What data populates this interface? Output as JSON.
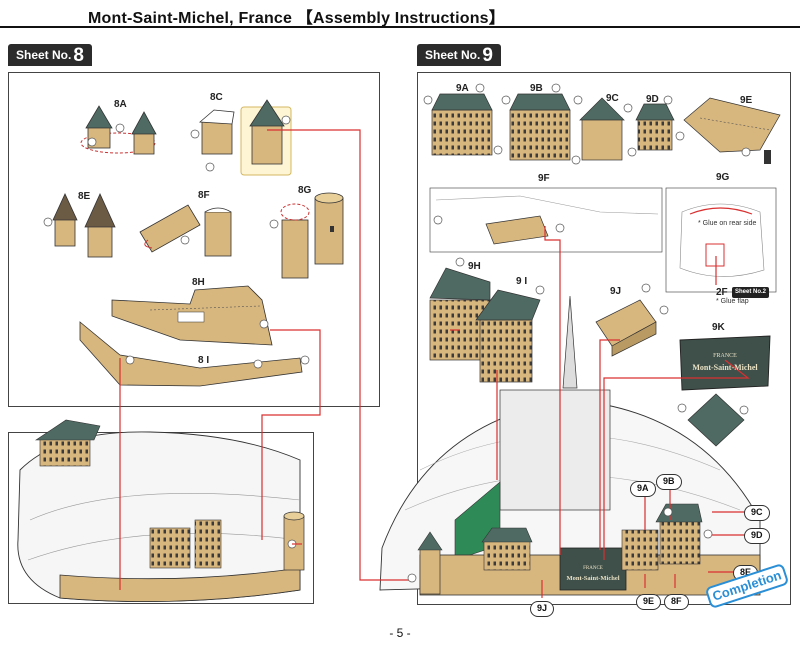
{
  "header": {
    "title": "Mont-Saint-Michel, France 【Assembly Instructions】"
  },
  "sheets": {
    "left_prefix": "Sheet No.",
    "left_number": "8",
    "right_prefix": "Sheet No.",
    "right_number": "9"
  },
  "sheet8_parts": [
    "8A",
    "8C",
    "8E",
    "8F",
    "8G",
    "8H",
    "8 I"
  ],
  "sheet9_parts": [
    "9A",
    "9B",
    "9C",
    "9D",
    "9E",
    "9F",
    "9G",
    "9H",
    "9 I",
    "9J",
    "9K"
  ],
  "notes": {
    "glue_rear": "* Glue on rear side",
    "glue_flap": "* Glue flap",
    "ref_part": "2F",
    "ref_sheet": "Sheet No.2"
  },
  "sign": {
    "country": "FRANCE",
    "name": "Mont-Saint-Michel"
  },
  "callouts": [
    "9A",
    "9B",
    "9C",
    "9D",
    "8E",
    "9E",
    "8F",
    "9J"
  ],
  "completion": "Completion",
  "footer": {
    "page": "- 5 -"
  },
  "colors": {
    "tan": "#d8b77f",
    "roof": "#4e6a63",
    "line_red": "#d93030",
    "stamp_blue": "#2a8fd6",
    "tab_dark": "#2b2b2b"
  }
}
